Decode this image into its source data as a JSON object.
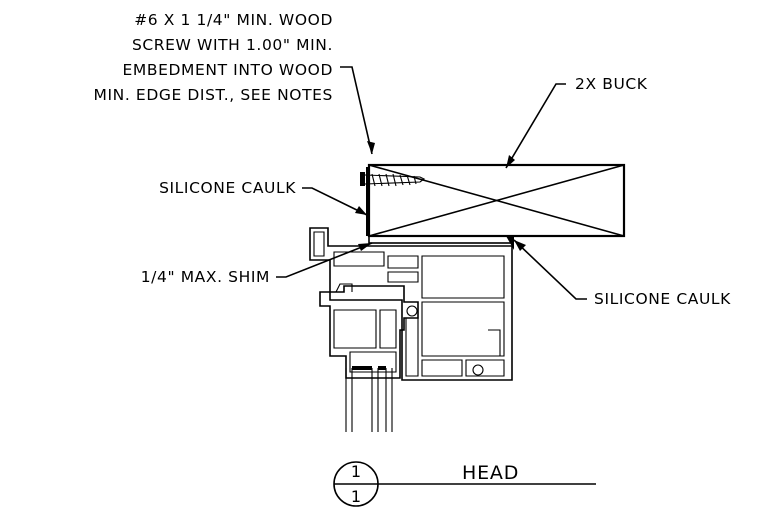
{
  "notes": {
    "screw": [
      "#6 X 1 1/4\" MIN. WOOD",
      "SCREW WITH 1.00\" MIN.",
      "EMBEDMENT INTO WOOD",
      "MIN. EDGE DIST., SEE NOTES"
    ],
    "buck": "2X BUCK",
    "caulk_left": "SILICONE CAULK",
    "caulk_right": "SILICONE CAULK",
    "shim": "1/4\" MAX. SHIM"
  },
  "detail": {
    "number": "1",
    "sheet": "1",
    "title": "HEAD"
  }
}
